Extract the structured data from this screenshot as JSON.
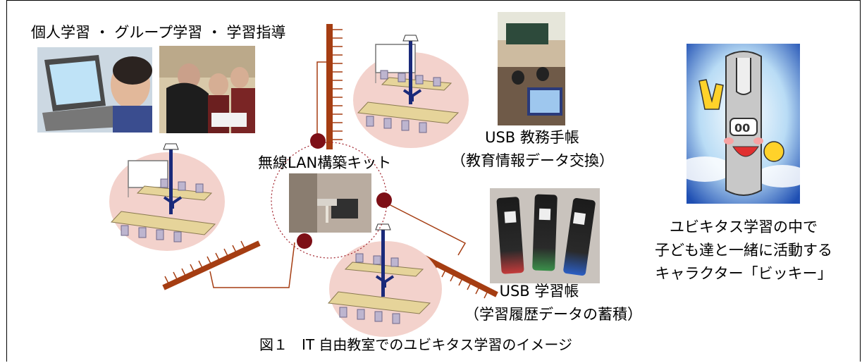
{
  "top_label": "個人学習 ・ グループ学習 ・ 学習指導",
  "wireless_kit_label": "無線LAN構築キット",
  "usb_notebook": {
    "title": "USB 教務手帳",
    "subtitle": "（教育情報データ交換）"
  },
  "usb_study_book": {
    "title": "USB 学習帳",
    "subtitle": "（学習履歴データの蓄積）"
  },
  "character": {
    "line1": "ユビキタス学習の中で",
    "line2": "子ども達と一緒に活動する",
    "line3": "キャラクター「ビッキー」"
  },
  "caption": "図１　IT 自由教室でのユビキタス学習のイメージ",
  "colors": {
    "node": "#7d0f16",
    "antenna": "#a53d12",
    "ap_pole": "#1a2a7a",
    "floor": "#f3d2cc",
    "desk": "#e6d49a",
    "chair": "#bdb5cf"
  }
}
